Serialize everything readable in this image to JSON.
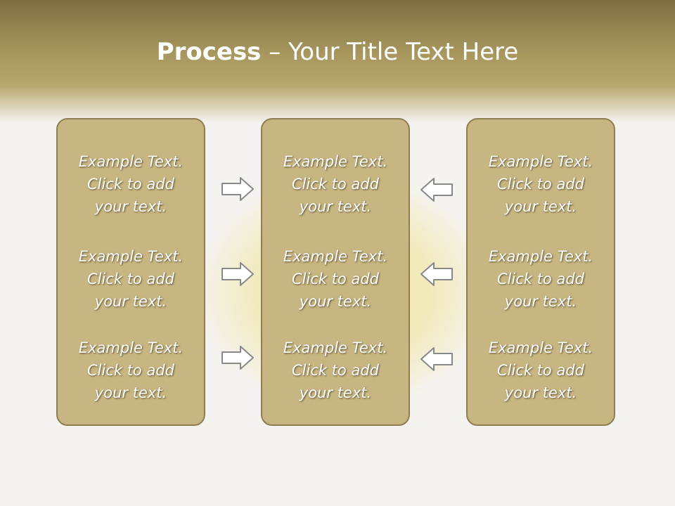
{
  "title": {
    "bold": "Process",
    "rest": " – Your Title Text Here"
  },
  "columns": [
    {
      "blocks": [
        {
          "line1": "Example Text.",
          "line2": "Click  to add",
          "line3": "your text."
        },
        {
          "line1": "Example Text.",
          "line2": "Click  to add",
          "line3": "your text."
        },
        {
          "line1": "Example Text.",
          "line2": "Click  to add",
          "line3": "your text."
        }
      ]
    },
    {
      "blocks": [
        {
          "line1": "Example Text.",
          "line2": "Click  to add",
          "line3": "your text."
        },
        {
          "line1": "Example Text.",
          "line2": "Click  to add",
          "line3": "your text."
        },
        {
          "line1": "Example Text.",
          "line2": "Click  to add",
          "line3": "your text."
        }
      ]
    },
    {
      "blocks": [
        {
          "line1": "Example Text.",
          "line2": "Click  to add",
          "line3": "your text."
        },
        {
          "line1": "Example Text.",
          "line2": "Click  to add",
          "line3": "your text."
        },
        {
          "line1": "Example Text.",
          "line2": "Click  to add",
          "line3": "your text."
        }
      ]
    }
  ],
  "arrows": {
    "left_group": [
      "right-arrow-icon",
      "right-arrow-icon",
      "right-arrow-icon"
    ],
    "right_group": [
      "left-arrow-icon",
      "left-arrow-icon",
      "left-arrow-icon"
    ]
  },
  "colors": {
    "header": "#7d6f43",
    "box_fill": "#c8b682",
    "box_border": "#8f7f50",
    "arrow_fill": "#ffffff",
    "arrow_stroke": "#888888"
  }
}
